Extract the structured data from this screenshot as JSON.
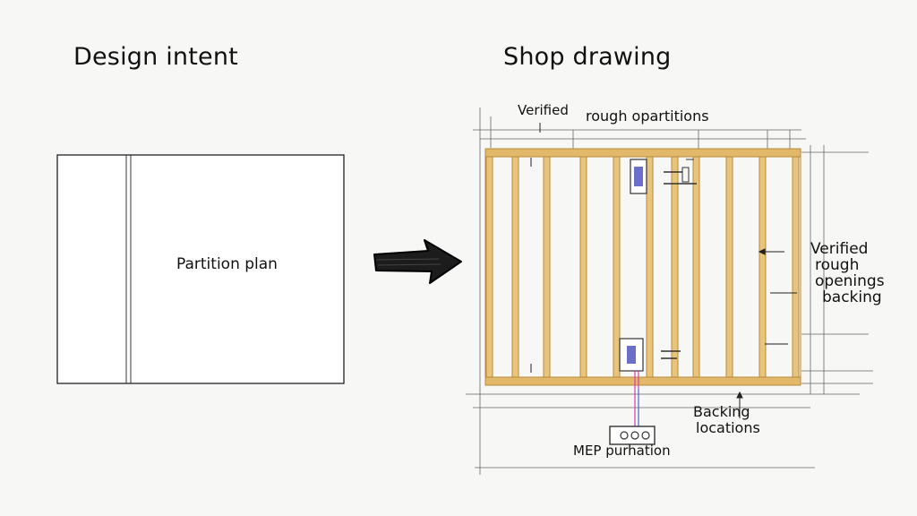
{
  "left_panel": {
    "title": "Design intent",
    "plan_label": "Partition plan"
  },
  "right_panel": {
    "title": "Shop drawing",
    "top_notes": {
      "verified": "Verified",
      "rough_openings": "rough opartitions"
    },
    "side_notes": [
      "Verified",
      "rough",
      "openings",
      "backing"
    ],
    "bottom_notes": {
      "backing_1": "Backing",
      "backing_2": "locations",
      "mep": "MEP purhation"
    }
  },
  "colors": {
    "wood": "#e2b86a",
    "wood_edge": "#b88a3a",
    "ink": "#111111",
    "mep_line": "#d43fa0",
    "dim_line": "#555555"
  },
  "icons": {
    "arrow": "bold-right-arrow",
    "outlet": "outlet-box"
  }
}
